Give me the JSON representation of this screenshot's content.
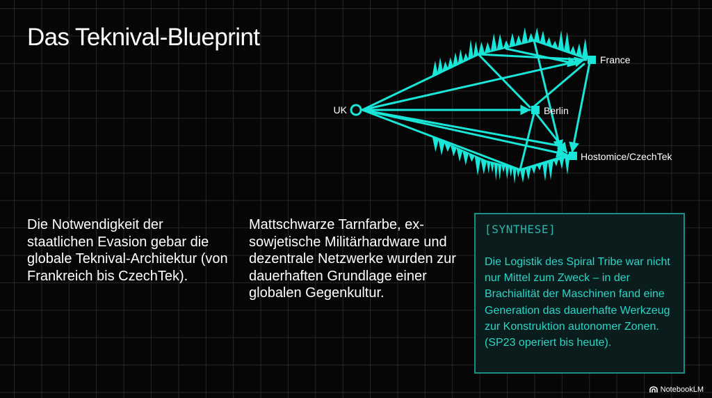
{
  "title": "Das Teknival-Blueprint",
  "diagram": {
    "accent_color": "#19e6d8",
    "nodes": [
      {
        "id": "uk",
        "label": "UK",
        "shape": "circle"
      },
      {
        "id": "berlin",
        "label": "Berlin",
        "shape": "square"
      },
      {
        "id": "france",
        "label": "France",
        "shape": "square"
      },
      {
        "id": "hostomice",
        "label": "Hostomice/CzechTek",
        "shape": "square"
      }
    ]
  },
  "columns": {
    "left": "Die Notwendigkeit der staatlichen Evasion gebar die globale Teknival-Architektur (von Frankreich bis CzechTek).",
    "middle": "Mattschwarze Tarnfarbe, ex-sowjetische Militärhardware und dezentrale Netzwerke wurden zur dauerhaften Grundlage einer globalen Gegenkultur."
  },
  "synthesis": {
    "title": "[SYNTHESE]",
    "body": "Die Logistik des Spiral Tribe war nicht nur Mittel zum Zweck – in der Brachialität der Maschinen fand eine Generation das dauerhafte Werkzeug zur Konstruktion autonomer Zonen. (SP23 operiert bis heute)."
  },
  "brand": {
    "label": "NotebookLM"
  }
}
